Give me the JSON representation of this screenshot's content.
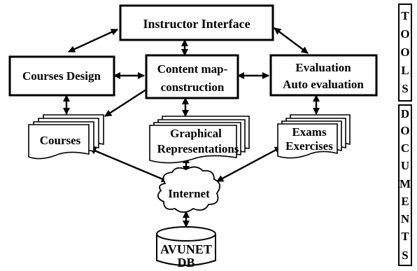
{
  "diagram": {
    "tools_boxes": {
      "instructor_interface": "Instructor Interface",
      "courses_design": "Courses Design",
      "content_map": [
        "Content map-",
        "construction"
      ],
      "evaluation": [
        "Evaluation",
        "Auto evaluation"
      ]
    },
    "documents": {
      "courses": "Courses",
      "graphical": [
        "Graphical",
        "Representations"
      ],
      "exams": [
        "Exams",
        "Exercises"
      ]
    },
    "internet": "Internet",
    "database": [
      "AVUNET",
      "DB"
    ],
    "side_labels": {
      "tools": [
        "T",
        "O",
        "O",
        "L",
        "S"
      ],
      "documents": [
        "D",
        "O",
        "C",
        "U",
        "M",
        "E",
        "N",
        "T",
        "S"
      ]
    }
  }
}
